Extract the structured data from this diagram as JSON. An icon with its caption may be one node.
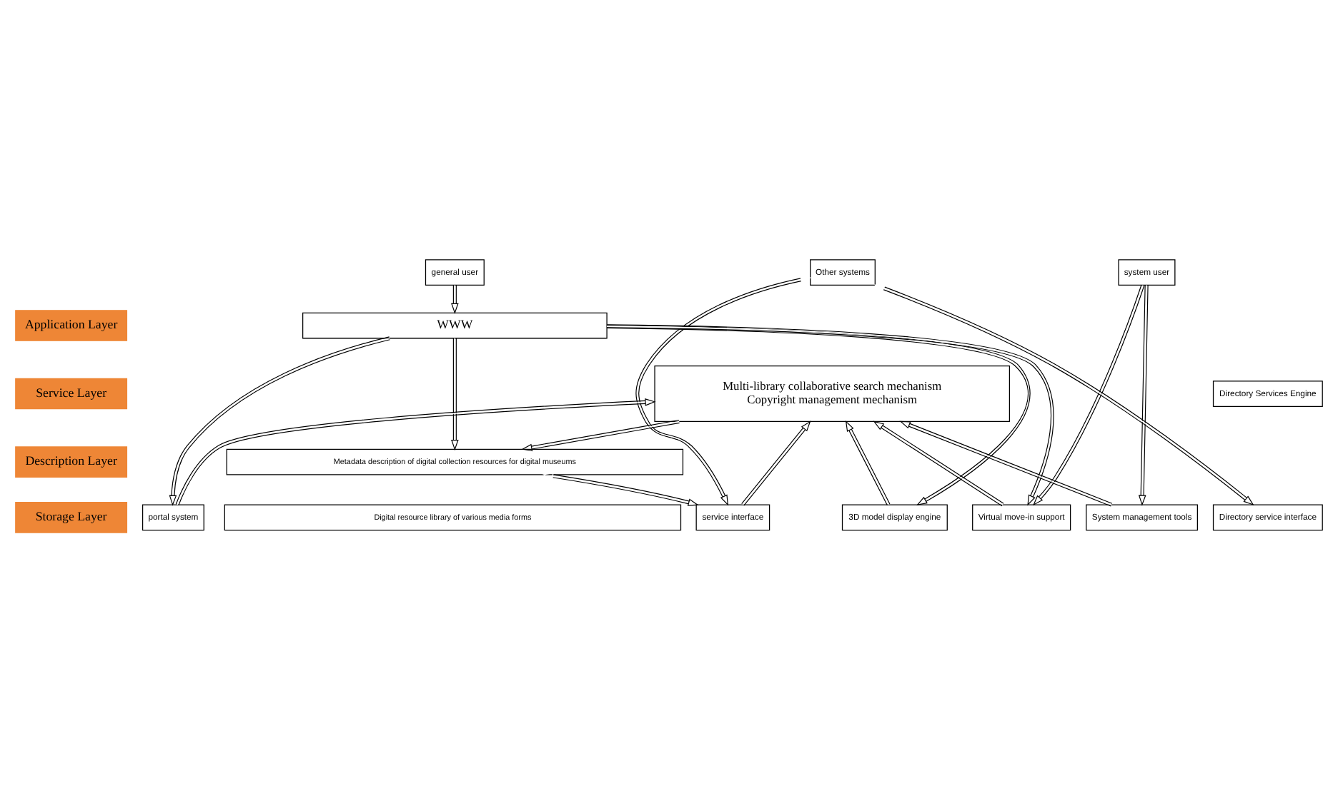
{
  "diagram": {
    "nodes": [
      {
        "text": [
          "Application Layer"
        ]
      },
      {
        "text": [
          "Service Layer"
        ]
      },
      {
        "text": [
          "Description Layer"
        ]
      },
      {
        "text": [
          "Storage Layer"
        ]
      },
      {
        "text": [
          "general user"
        ]
      },
      {
        "text": [
          "system user"
        ]
      },
      {
        "text": [
          "Other systems"
        ]
      },
      {
        "text": [
          "WWW"
        ]
      },
      {
        "text": [
          "portal system"
        ]
      },
      {
        "text": [
          "3D model display engine"
        ]
      },
      {
        "text": [
          "Virtual move-in support"
        ]
      },
      {
        "text": [
          "System management tools"
        ]
      },
      {
        "text": [
          "service interface"
        ]
      },
      {
        "text": [
          "Directory service interface"
        ]
      },
      {
        "text": [
          "Multi-library collaborative search mechanism",
          "Copyright management mechanism"
        ]
      },
      {
        "text": [
          "Directory Services Engine"
        ]
      },
      {
        "text": [
          "Metadata description of digital collection resources for digital museums"
        ]
      },
      {
        "text": [
          "Digital resource library of various media forms"
        ]
      }
    ],
    "edges": [
      {
        "from": 4,
        "to": 7,
        "arrow": "to"
      },
      {
        "from": 7,
        "to": 8,
        "arrow": "to"
      },
      {
        "from": 7,
        "to": 9,
        "arrow": "to"
      },
      {
        "from": 7,
        "to": 10,
        "arrow": "to"
      },
      {
        "from": 5,
        "to": 10,
        "arrow": "to"
      },
      {
        "from": 5,
        "to": 11,
        "arrow": "to"
      },
      {
        "from": 6,
        "to": 12,
        "arrow": "both"
      },
      {
        "from": 6,
        "to": 13,
        "arrow": "both"
      },
      {
        "from": 8,
        "to": 14,
        "arrow": "to"
      },
      {
        "from": 9,
        "to": 14,
        "arrow": "to"
      },
      {
        "from": 10,
        "to": 14,
        "arrow": "to"
      },
      {
        "from": 11,
        "to": 14,
        "arrow": "to"
      },
      {
        "from": 12,
        "to": 14,
        "arrow": "to"
      },
      {
        "from": 7,
        "to": 16,
        "arrow": "to"
      },
      {
        "from": 14,
        "to": 16,
        "arrow": "to"
      },
      {
        "from": 16,
        "to": 12,
        "arrow": "both"
      }
    ]
  }
}
